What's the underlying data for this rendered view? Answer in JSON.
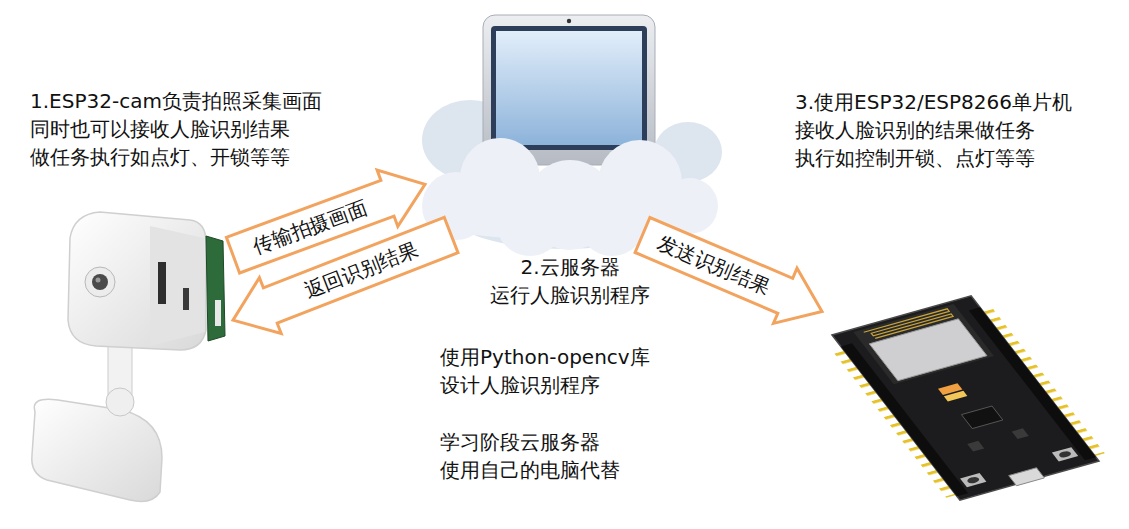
{
  "diagram": {
    "nodes": [
      {
        "text": [
          "1.ESP32-cam负责拍照采集画面 同时也可以接收人脸识别结果 做任务执行如点灯、开锁等等"
        ]
      },
      {
        "text": [
          "2.云服务器 运行人脸识别程序",
          "使用Python-opencv库 设计人脸识别程序",
          "学习阶段云服务器 使用自己的电脑代替"
        ]
      },
      {
        "text": [
          "3.使用ESP32/ESP8266单片机 接收人脸识别的结果做任务 执行如控制开锁、点灯等等"
        ]
      }
    ],
    "edges": [
      {
        "from": 0,
        "to": 1,
        "label": "传输拍摄画面",
        "arrow": "to"
      },
      {
        "from": 1,
        "to": 0,
        "label": "返回识别结果",
        "arrow": "to"
      },
      {
        "from": 1,
        "to": 2,
        "label": "发送识别结果",
        "arrow": "to"
      }
    ]
  }
}
